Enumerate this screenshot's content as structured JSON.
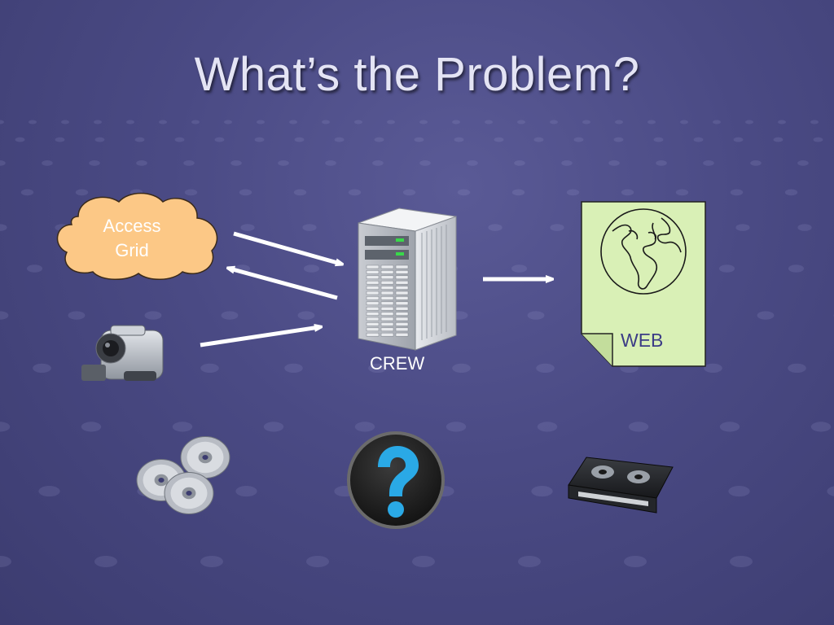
{
  "slide": {
    "title": "What’s the Problem?"
  },
  "nodes": {
    "access_grid": {
      "line1": "Access",
      "line2": "Grid"
    },
    "server": {
      "label": "CREW"
    },
    "web": {
      "label": "WEB"
    }
  },
  "colors": {
    "background": "#4a4a84",
    "cloud_fill": "#fcc886",
    "cloud_stroke": "#3a2a1a",
    "web_page_fill": "#d9f0b6",
    "help_icon": "#2aa9e6",
    "arrow": "#ffffff"
  },
  "icons": [
    "cloud-shape",
    "server-icon",
    "web-document-icon",
    "globe-icon",
    "camcorder-icon",
    "cd-discs-icon",
    "help-question-icon",
    "vhs-tape-icon"
  ]
}
